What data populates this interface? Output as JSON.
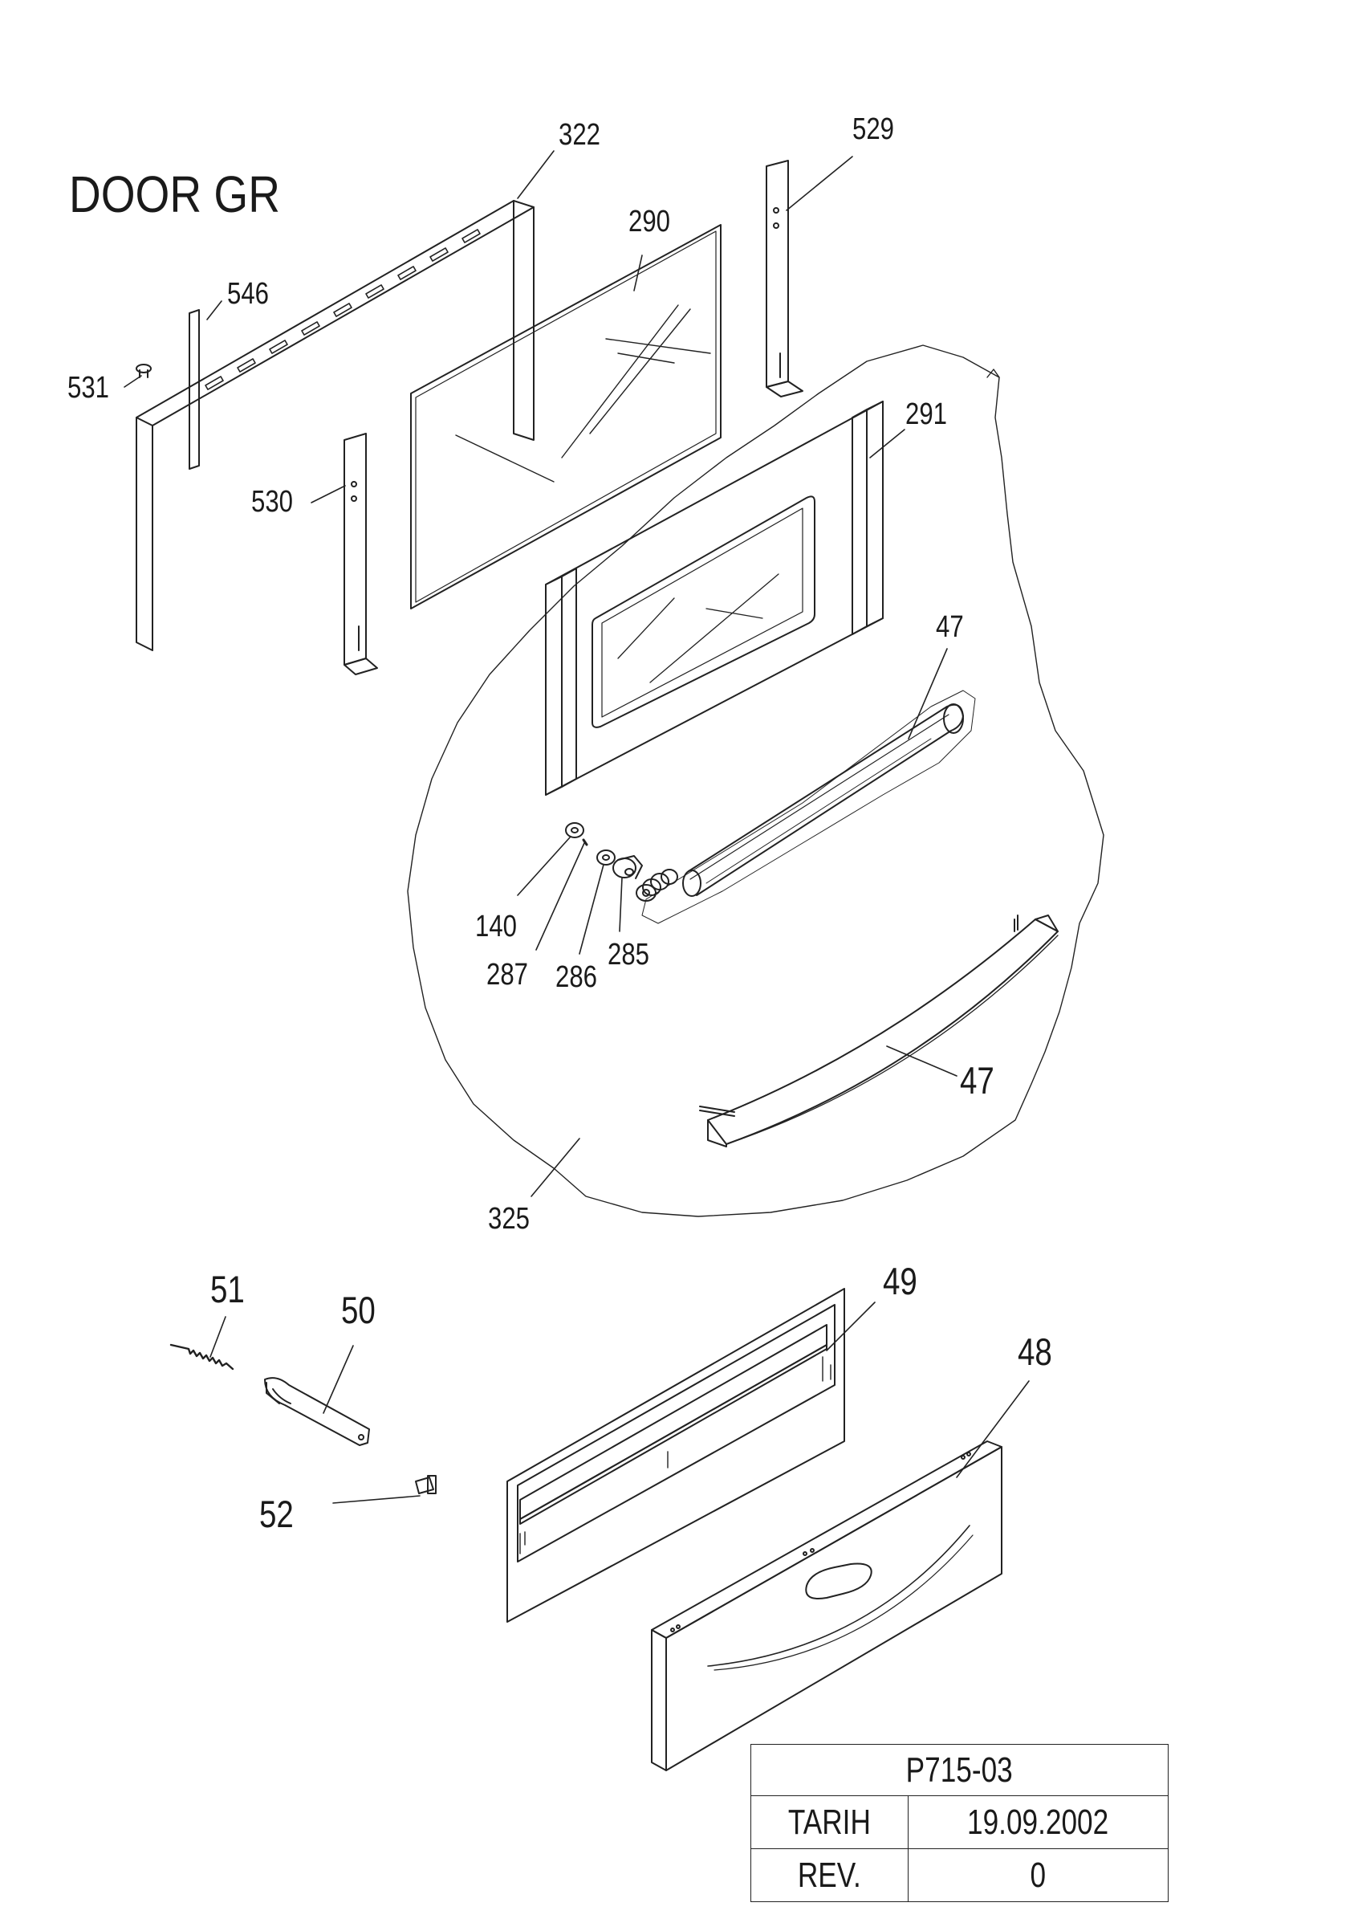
{
  "diagram": {
    "title": "DOOR GR",
    "callouts": [
      {
        "id": "c322",
        "text": "322"
      },
      {
        "id": "c529",
        "text": "529"
      },
      {
        "id": "c290",
        "text": "290"
      },
      {
        "id": "c546",
        "text": "546"
      },
      {
        "id": "c531",
        "text": "531"
      },
      {
        "id": "c530",
        "text": "530"
      },
      {
        "id": "c291",
        "text": "291"
      },
      {
        "id": "c47a",
        "text": "47"
      },
      {
        "id": "c140",
        "text": "140"
      },
      {
        "id": "c287",
        "text": "287"
      },
      {
        "id": "c286",
        "text": "286"
      },
      {
        "id": "c285",
        "text": "285"
      },
      {
        "id": "c47b",
        "text": "47"
      },
      {
        "id": "c325",
        "text": "325"
      },
      {
        "id": "c51",
        "text": "51"
      },
      {
        "id": "c50",
        "text": "50"
      },
      {
        "id": "c49",
        "text": "49"
      },
      {
        "id": "c48",
        "text": "48"
      },
      {
        "id": "c52",
        "text": "52"
      }
    ]
  },
  "title_block": {
    "drawing_no": "P715-03",
    "date_label": "TARIH",
    "date_value": "19.09.2002",
    "rev_label": "REV.",
    "rev_value": "0"
  }
}
